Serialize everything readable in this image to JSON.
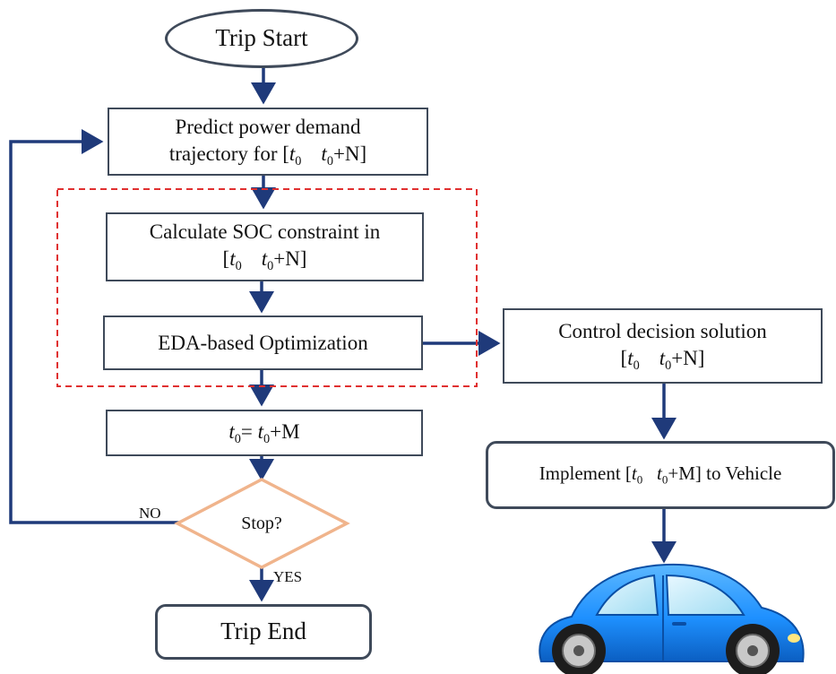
{
  "nodes": {
    "trip_start": "Trip Start",
    "predict": {
      "line1": "Predict power demand",
      "line2_prefix": "trajectory for [",
      "t": "t",
      "sub": "0",
      "end": "+N]"
    },
    "soc": {
      "line1": "Calculate SOC constraint in",
      "open": "[",
      "t": "t",
      "sub": "0",
      "end": "+N]"
    },
    "eda": "EDA-based Optimization",
    "control": {
      "line1": "Control decision solution",
      "open": "[",
      "t": "t",
      "sub": "0",
      "end": "+N]"
    },
    "update": {
      "t": "t",
      "sub": "0",
      "eq": "= ",
      "end": "+M"
    },
    "implement": {
      "prefix": "Implement [",
      "t": "t",
      "sub": "0",
      "end": "+M] to Vehicle"
    },
    "stop": "Stop?",
    "trip_end": "Trip End"
  },
  "labels": {
    "no": "NO",
    "yes": "YES"
  },
  "colors": {
    "arrow": "#1f3a7a",
    "box_border": "#3f4a5a",
    "diamond": "#f0b48c",
    "dash_region": "#e03030",
    "car": "#1e90ff"
  }
}
